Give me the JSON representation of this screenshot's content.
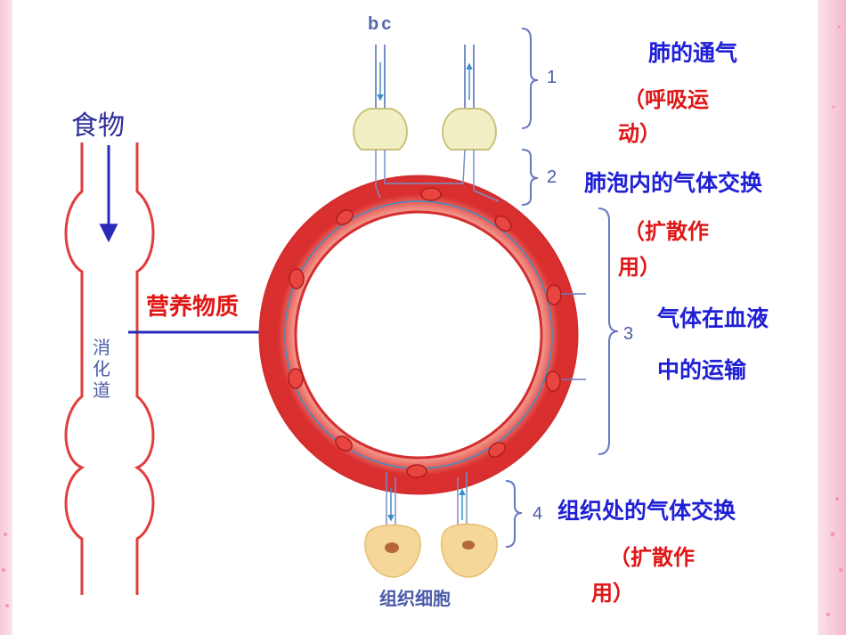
{
  "labels": {
    "food": "食物",
    "digestive_tract": [
      "消",
      "化",
      "道"
    ],
    "nutrients": "营养物质",
    "bc": "bc",
    "tissue_cells": "组织细胞"
  },
  "steps": [
    {
      "number": "1",
      "title": "肺的通气",
      "note_line1": "（呼吸运",
      "note_line2": "动）"
    },
    {
      "number": "2",
      "title": "肺泡内的气体交换",
      "note_line1": "（扩散作",
      "note_line2": "用）"
    },
    {
      "number": "3",
      "title_line1": "气体在血液",
      "title_line2": "中的运输"
    },
    {
      "number": "4",
      "title": "组织处的气体交换",
      "note_line1": "（扩散作",
      "note_line2": "用）"
    }
  ],
  "colors": {
    "blue_text": "#1f1fd6",
    "red_text": "#e01616",
    "vessel_red": "#e23d3d",
    "arrow_blue": "#2a2ab8",
    "brace": "#6a78c0",
    "alveolus": "#f3efc4",
    "tissue_cell": "#f6d79a"
  }
}
